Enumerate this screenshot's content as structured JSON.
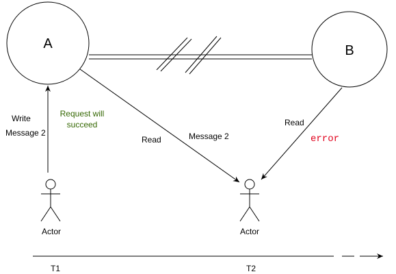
{
  "nodes": {
    "a": {
      "label": "A"
    },
    "b": {
      "label": "B"
    }
  },
  "actors": {
    "left": {
      "label": "Actor"
    },
    "right": {
      "label": "Actor"
    }
  },
  "labels": {
    "write": "Write",
    "message_left": "Message 2",
    "request_line1": "Request will",
    "request_line2": "succeed",
    "read_left": "Read",
    "message_mid": "Message 2",
    "read_right": "Read",
    "error": "error"
  },
  "timeline": {
    "t1": "T1",
    "t2": "T2"
  },
  "colors": {
    "line": "#000000",
    "success_text": "#336600",
    "error_text": "#e0001b"
  }
}
